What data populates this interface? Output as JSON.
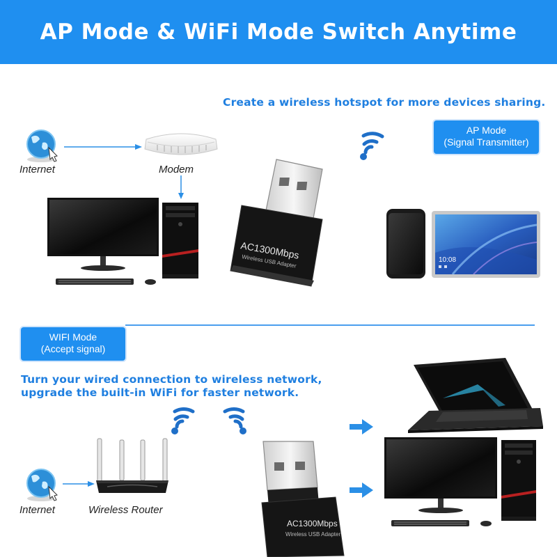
{
  "banner": {
    "title": "AP Mode & WiFi Mode Switch Anytime"
  },
  "ap_section": {
    "tagline": "Create a wireless hotspot for more devices sharing.",
    "badge_line1": "AP Mode",
    "badge_line2": "(Signal Transmitter)",
    "internet_label": "Internet",
    "modem_label": "Modem",
    "adapter_label": "AC1300Mbps",
    "adapter_sublabel": "Wireless USB Adapter",
    "tablet_time": "10:08"
  },
  "wifi_section": {
    "badge_line1": "WIFI Mode",
    "badge_line2": "(Accept signal)",
    "tagline_line1": "Turn your wired connection to wireless network,",
    "tagline_line2": "upgrade the built-in WiFi for faster network.",
    "internet_label": "Internet",
    "router_label": "Wireless Router",
    "adapter_label": "AC1300Mbps",
    "adapter_sublabel": "Wireless USB Adapter"
  },
  "icons": [
    "globe-icon",
    "modem-icon",
    "desktop-computer-icon",
    "wifi-signal-icon",
    "usb-adapter-icon",
    "smartphone-icon",
    "tablet-icon",
    "router-icon",
    "laptop-icon",
    "arrow-icon"
  ],
  "colors": {
    "brand_blue": "#1f8ff0",
    "text_blue": "#1f7fe0",
    "wifi_blue": "#1f6fc8"
  }
}
